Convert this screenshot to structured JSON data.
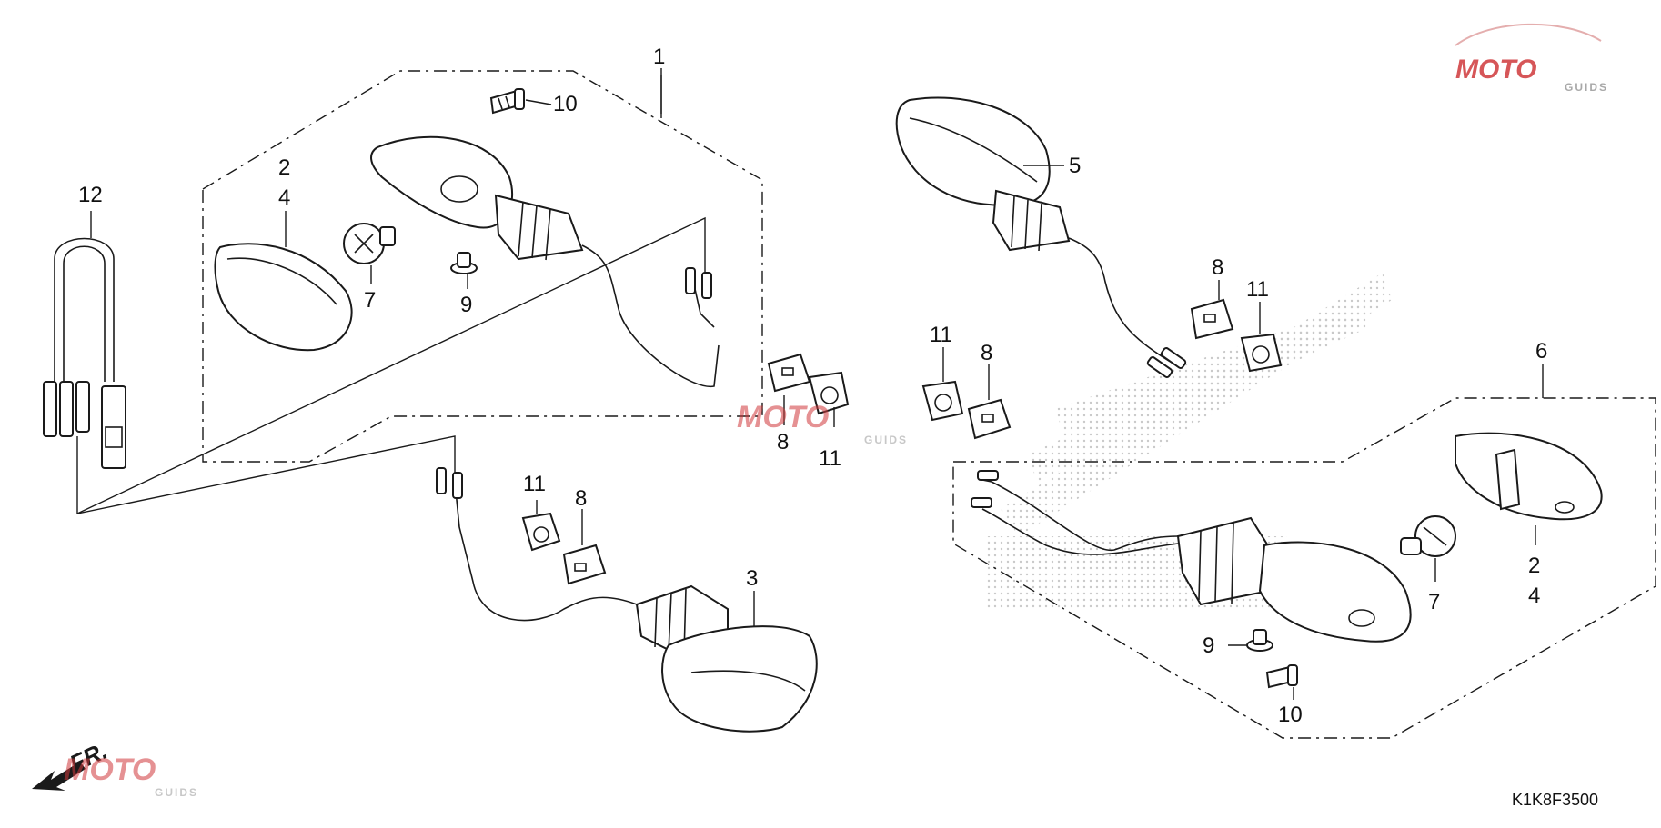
{
  "diagram_code": "K1K8F3500",
  "direction_label": "FR.",
  "watermark": {
    "text": "MOTO",
    "subtext": "GUIDS",
    "colors": {
      "primary": "#d0393b",
      "secondary": "#7a7a7a"
    }
  },
  "callouts": {
    "n1": "1",
    "n2": "2",
    "n3": "3",
    "n4": "4",
    "n5": "5",
    "n6": "6",
    "n7": "7",
    "n8": "8",
    "n9": "9",
    "n10": "10",
    "n11": "11",
    "n12": "12"
  }
}
